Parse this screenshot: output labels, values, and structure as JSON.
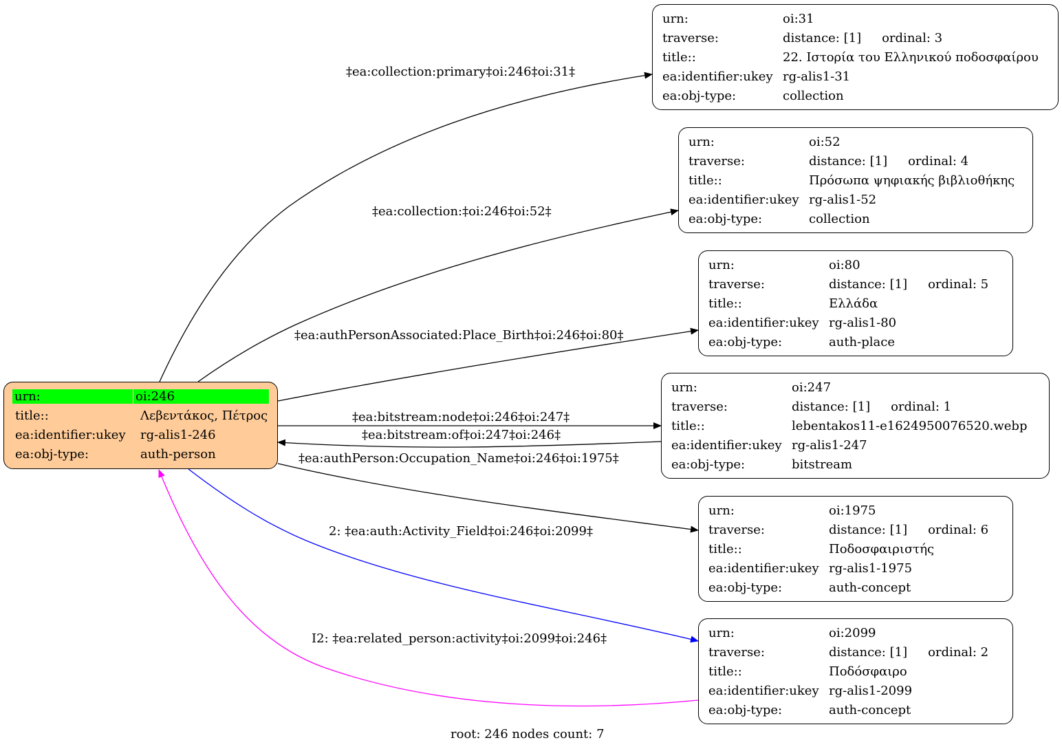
{
  "root_node": {
    "rows": [
      {
        "key": "urn:",
        "value": "oi:246"
      },
      {
        "key": "title::",
        "value": "Λεβεντάκος, Πέτρος"
      },
      {
        "key": "ea:identifier:ukey",
        "value": "rg-alis1-246"
      },
      {
        "key": "ea:obj-type:",
        "value": "auth-person"
      }
    ],
    "fill": "#ffcc99",
    "highlight": "#00ff00"
  },
  "nodes": [
    {
      "urn": "oi:31",
      "distance": "distance: [1]",
      "ordinal": "ordinal: 3",
      "title": "22. Ιστορία του Ελληνικού ποδοσφαίρου",
      "ukey": "rg-alis1-31",
      "obj_type": "collection"
    },
    {
      "urn": "oi:52",
      "distance": "distance: [1]",
      "ordinal": "ordinal: 4",
      "title": "Πρόσωπα ψηφιακής βιβλιοθήκης",
      "ukey": "rg-alis1-52",
      "obj_type": "collection"
    },
    {
      "urn": "oi:80",
      "distance": "distance: [1]",
      "ordinal": "ordinal: 5",
      "title": "Ελλάδα",
      "ukey": "rg-alis1-80",
      "obj_type": "auth-place"
    },
    {
      "urn": "oi:247",
      "distance": "distance: [1]",
      "ordinal": "ordinal: 1",
      "title": "lebentakos11-e1624950076520.webp",
      "ukey": "rg-alis1-247",
      "obj_type": "bitstream"
    },
    {
      "urn": "oi:1975",
      "distance": "distance: [1]",
      "ordinal": "ordinal: 6",
      "title": "Ποδοσφαιριστής",
      "ukey": "rg-alis1-1975",
      "obj_type": "auth-concept"
    },
    {
      "urn": "oi:2099",
      "distance": "distance: [1]",
      "ordinal": "ordinal: 2",
      "title": "Ποδόσφαιρο",
      "ukey": "rg-alis1-2099",
      "obj_type": "auth-concept"
    }
  ],
  "keys": {
    "urn": "urn:",
    "traverse": "traverse:",
    "title": "title::",
    "ukey": "ea:identifier:ukey",
    "obj_type": "ea:obj-type:"
  },
  "edges": [
    {
      "label": "‡ea:collection:primary‡oi:246‡oi:31‡",
      "color": "#000000"
    },
    {
      "label": "‡ea:collection:‡oi:246‡oi:52‡",
      "color": "#000000"
    },
    {
      "label": "‡ea:authPersonAssociated:Place_Birth‡oi:246‡oi:80‡",
      "color": "#000000"
    },
    {
      "label": "‡ea:bitstream:node‡oi:246‡oi:247‡",
      "color": "#000000"
    },
    {
      "label": "‡ea:bitstream:of‡oi:247‡oi:246‡",
      "color": "#000000"
    },
    {
      "label": "‡ea:authPerson:Occupation_Name‡oi:246‡oi:1975‡",
      "color": "#000000"
    },
    {
      "label": "2: ‡ea:auth:Activity_Field‡oi:246‡oi:2099‡",
      "color": "#0000ff"
    },
    {
      "label": "I2: ‡ea:related_person:activity‡oi:2099‡oi:246‡",
      "color": "#ff00ff"
    }
  ],
  "footer": "root: 246 nodes count: 7"
}
